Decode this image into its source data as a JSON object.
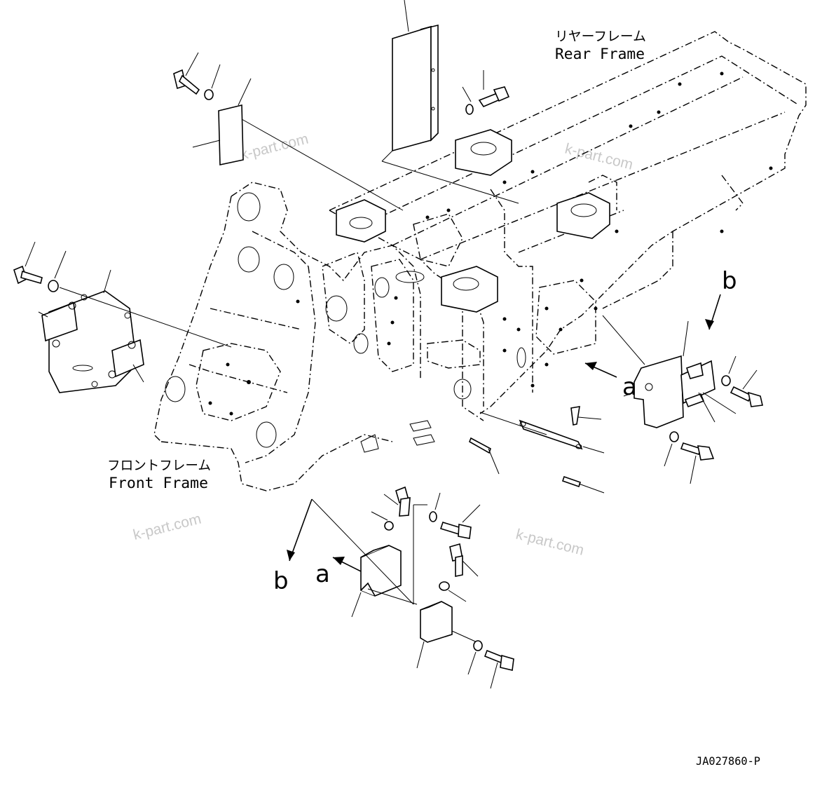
{
  "labels": {
    "rear_frame_jp": "リヤーフレーム",
    "rear_frame_en": "Rear Frame",
    "front_frame_jp": "フロントフレーム",
    "front_frame_en": "Front Frame",
    "a_right": "a",
    "b_right": "b",
    "a_bottom": "a",
    "b_bottom": "b",
    "drawing_number": "JA027860-P"
  },
  "watermarks": [
    "k-part.com",
    "k-part.com",
    "k-part.com",
    "k-part.com"
  ]
}
